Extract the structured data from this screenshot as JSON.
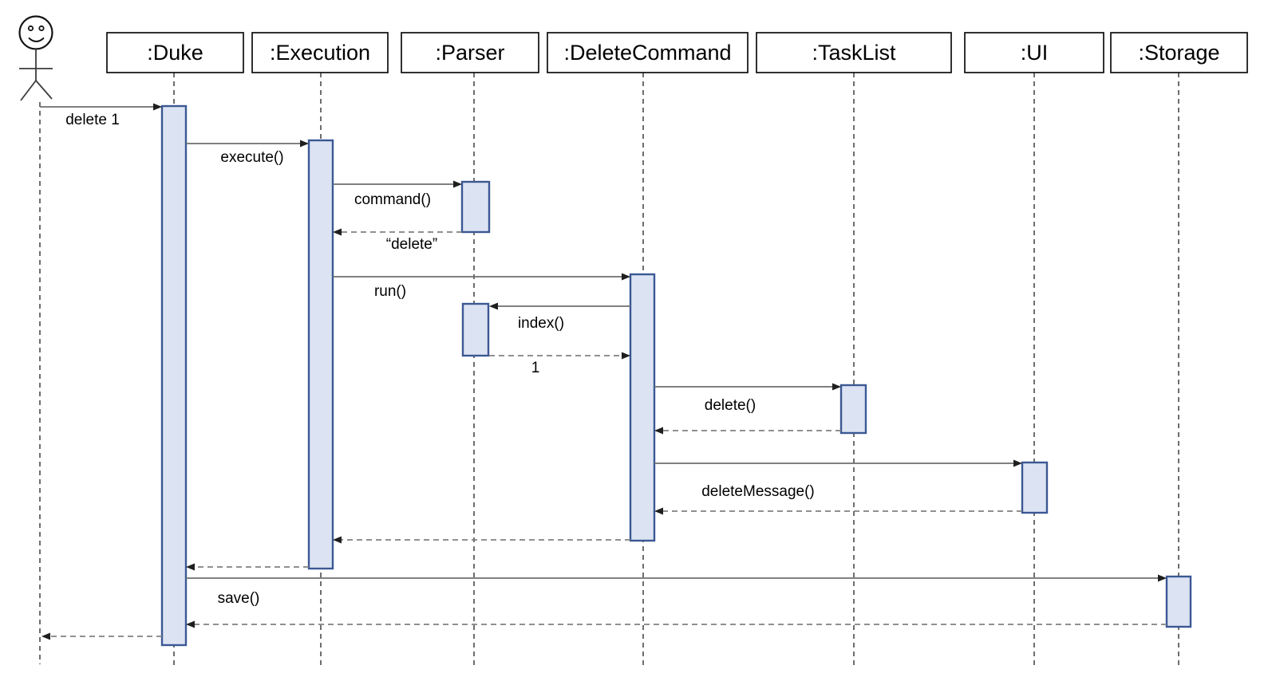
{
  "diagram": {
    "kind": "uml-sequence-diagram",
    "actor": {
      "label": ""
    },
    "participants": [
      {
        "id": "duke",
        "label": ":Duke"
      },
      {
        "id": "execution",
        "label": ":Execution"
      },
      {
        "id": "parser",
        "label": ":Parser"
      },
      {
        "id": "deletecommand",
        "label": ":DeleteCommand"
      },
      {
        "id": "tasklist",
        "label": ":TaskList"
      },
      {
        "id": "ui",
        "label": ":UI"
      },
      {
        "id": "storage",
        "label": ":Storage"
      }
    ],
    "messages": [
      {
        "label": "delete 1",
        "from": "actor",
        "to": "duke",
        "kind": "sync"
      },
      {
        "label": "execute()",
        "from": "duke",
        "to": "execution",
        "kind": "sync"
      },
      {
        "label": "command()",
        "from": "execution",
        "to": "parser",
        "kind": "sync"
      },
      {
        "label": "“delete”",
        "from": "parser",
        "to": "execution",
        "kind": "return"
      },
      {
        "label": "run()",
        "from": "execution",
        "to": "deletecommand",
        "kind": "sync"
      },
      {
        "label": "index()",
        "from": "deletecommand",
        "to": "parser",
        "kind": "sync"
      },
      {
        "label": "1",
        "from": "parser",
        "to": "deletecommand",
        "kind": "return"
      },
      {
        "label": "delete()",
        "from": "deletecommand",
        "to": "tasklist",
        "kind": "sync"
      },
      {
        "label": "",
        "from": "tasklist",
        "to": "deletecommand",
        "kind": "return"
      },
      {
        "label": "deleteMessage()",
        "from": "deletecommand",
        "to": "ui",
        "kind": "sync"
      },
      {
        "label": "",
        "from": "ui",
        "to": "deletecommand",
        "kind": "return"
      },
      {
        "label": "",
        "from": "deletecommand",
        "to": "execution",
        "kind": "return"
      },
      {
        "label": "",
        "from": "execution",
        "to": "duke",
        "kind": "return"
      },
      {
        "label": "save()",
        "from": "duke",
        "to": "storage",
        "kind": "sync"
      },
      {
        "label": "",
        "from": "storage",
        "to": "duke",
        "kind": "return"
      },
      {
        "label": "",
        "from": "duke",
        "to": "actor",
        "kind": "return"
      }
    ],
    "colors": {
      "background": "#ffffff",
      "activation_fill": "#dce3f2",
      "activation_border": "#3b5894",
      "box_border": "#0d0d0d",
      "message_line": "#6e6e6e",
      "return_line": "#808080",
      "arrowhead": "#1f1f1f",
      "lifeline": "#202020",
      "text": "#000000"
    }
  }
}
